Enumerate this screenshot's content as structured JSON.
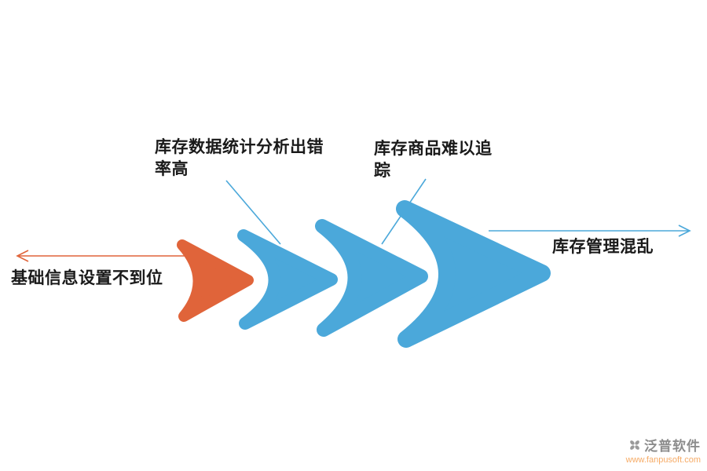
{
  "diagram": {
    "labels": {
      "cause": "基础信息设置不到位",
      "effect1": "库存数据统计分析出错率高",
      "effect2": "库存商品难以追踪",
      "result": "库存管理混乱"
    },
    "colors": {
      "orange": "#E0643A",
      "blue": "#4BA8DA"
    }
  },
  "watermark": {
    "brand": "泛普软件",
    "url": "www.fanpusoft.com"
  }
}
